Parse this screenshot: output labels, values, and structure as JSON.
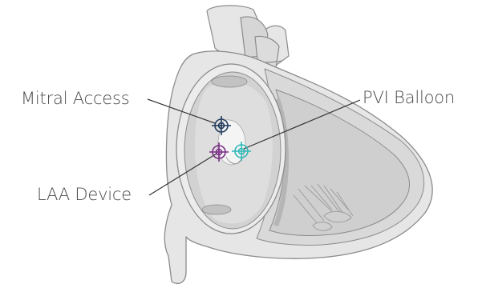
{
  "labels": {
    "mitral_access": "Mitral Access",
    "pvi_balloon": "PVI Balloon",
    "laa_device": "LAA Device"
  },
  "colors": {
    "heart_fill": "#e6e6e6",
    "heart_shade": "#d0d0d0",
    "heart_outline": "#8c8c8c",
    "chamber_fill": "#cdcdcd",
    "chamber_light": "#f4f4f4",
    "leader_line": "#333333",
    "target_mitral": "#1f3b5c",
    "target_laa": "#7a2a86",
    "target_pvi": "#2fb8b8"
  },
  "icons": {
    "mitral_target": "crosshair-target-icon",
    "laa_target": "crosshair-target-icon",
    "pvi_target": "crosshair-target-icon"
  }
}
